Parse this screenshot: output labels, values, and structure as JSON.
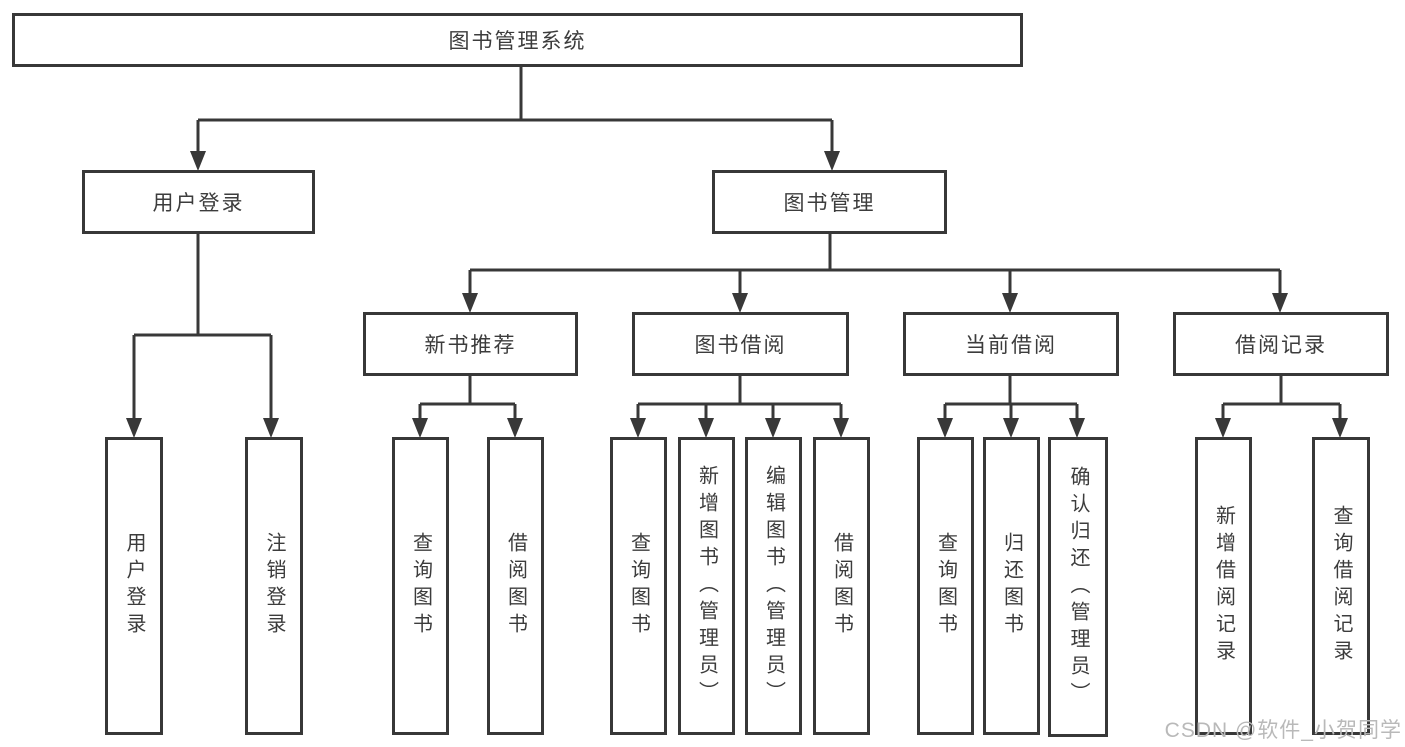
{
  "diagram": {
    "root": "图书管理系统",
    "level2": [
      "用户登录",
      "图书管理"
    ],
    "level3": [
      "新书推荐",
      "图书借阅",
      "当前借阅",
      "借阅记录"
    ],
    "leaves": {
      "user_login": [
        "用户登录",
        "注销登录"
      ],
      "new_book": [
        "查询图书",
        "借阅图书"
      ],
      "book_borrow": [
        "查询图书",
        "新增图书（管理员）",
        "编辑图书（管理员）",
        "借阅图书"
      ],
      "current_borrow": [
        "查询图书",
        "归还图书",
        "确认归还（管理员）"
      ],
      "borrow_records": [
        "新增借阅记录",
        "查询借阅记录"
      ]
    }
  },
  "watermark": "CSDN @软件_小贺同学",
  "colors": {
    "line": "#383838",
    "text": "#3c3c3c",
    "watermark": "#b9b9b9",
    "background": "#ffffff"
  }
}
